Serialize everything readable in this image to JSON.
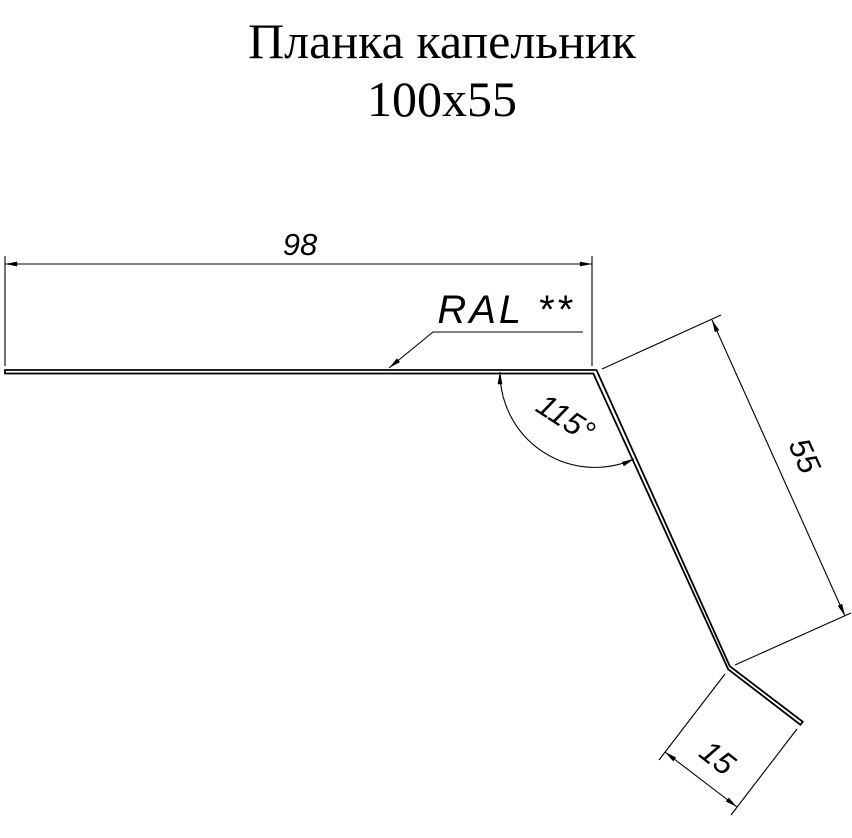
{
  "title": {
    "line1": "Планка капельник",
    "line2": "100x55"
  },
  "labels": {
    "coating": "RAL **",
    "dim_width": "98",
    "dim_angle": "115°",
    "dim_side": "55",
    "dim_hem": "15"
  },
  "colors": {
    "ink": "#000000",
    "background": "#ffffff"
  }
}
